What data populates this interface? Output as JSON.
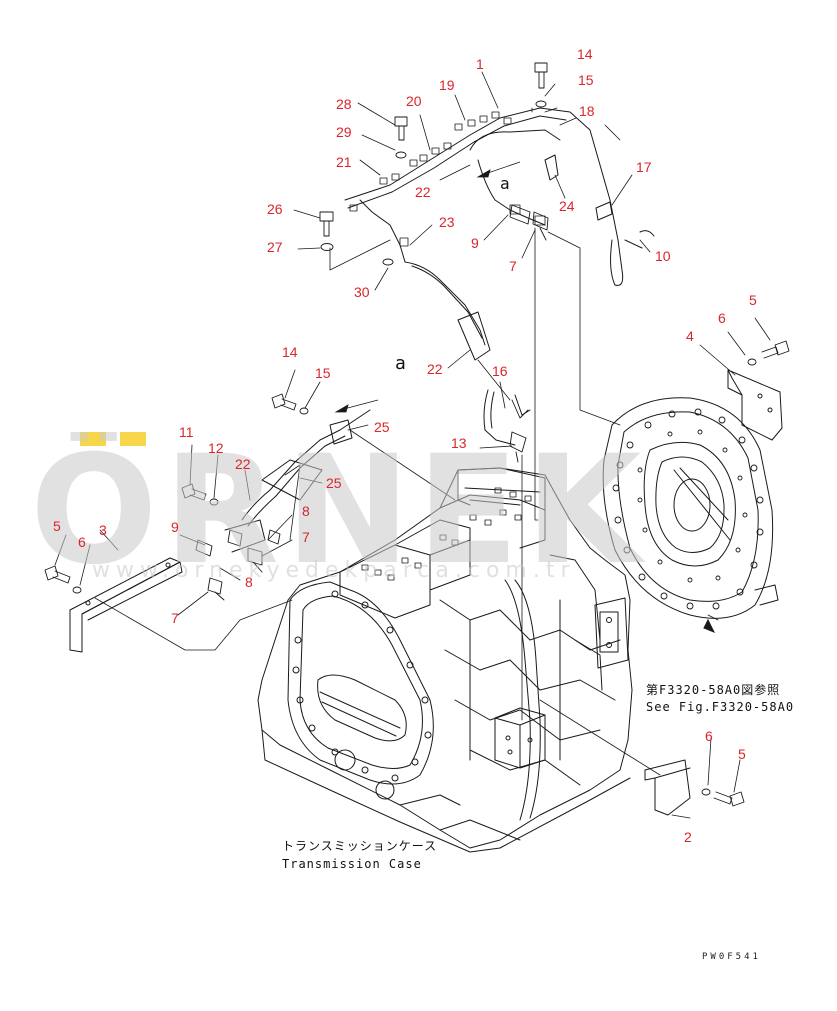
{
  "diagram": {
    "callouts": {
      "c1": "1",
      "c14a": "14",
      "c15a": "15",
      "c18": "18",
      "c19": "19",
      "c20": "20",
      "c28": "28",
      "c29": "29",
      "c21": "21",
      "c22a": "22",
      "c17": "17",
      "c24": "24",
      "c26": "26",
      "c23": "23",
      "c9a": "9",
      "c10": "10",
      "c27": "27",
      "c7a": "7",
      "c30": "30",
      "c5a": "5",
      "c6a": "6",
      "c4": "4",
      "c14b": "14",
      "c15b": "15",
      "c16": "16",
      "c22b": "22",
      "c25a": "25",
      "c13": "13",
      "c11": "11",
      "c12": "12",
      "c22c": "22",
      "c25b": "25",
      "c8a": "8",
      "c5b": "5",
      "c3": "3",
      "c6b": "6",
      "c9b": "9",
      "c7b": "7",
      "c8b": "8",
      "c7c": "7",
      "c6c": "6",
      "c5c": "5",
      "c2": "2",
      "mark_a1": "a",
      "mark_a2": "a"
    },
    "reference_note_jp": "第F3320-58A0図参照",
    "reference_note_en": "See Fig.F3320-58A0",
    "case_label_jp": "トランスミッションケース",
    "case_label_en": "Transmission Case",
    "drawing_code": "PW0F541"
  },
  "watermark": {
    "logo_text": "ÖRNEK",
    "url_text": "www.ornekyedekparca.com.tr",
    "accent_color": "#f5c400",
    "logo_color": "#c9c9c9"
  },
  "colors": {
    "callout": "#d9262c",
    "line": "#1a1a1a"
  }
}
